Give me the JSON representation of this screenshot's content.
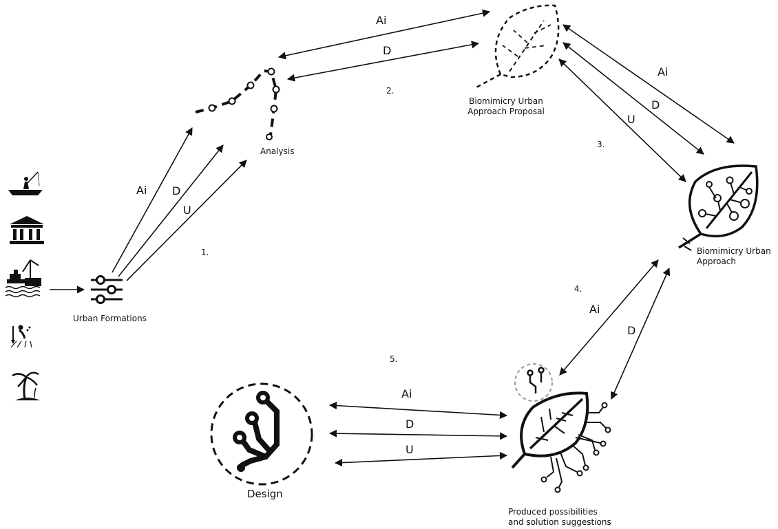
{
  "nodes": {
    "urban_formations": "Urban Formations",
    "analysis": "Analysis",
    "proposal_line1": "Biomimicry Urban",
    "proposal_line2": "Approach Proposal",
    "approach_line1": "Biomimicry Urban",
    "approach_line2": "Approach",
    "design": "Design",
    "produced_line1": "Produced possibilities",
    "produced_line2": "and solution suggestions"
  },
  "steps": [
    "1.",
    "2.",
    "3.",
    "4.",
    "5."
  ],
  "arrow_labels": {
    "ai": "Ai",
    "d": "D",
    "u": "U"
  },
  "icons": [
    "fishing-boat-icon",
    "museum-icon",
    "port-ship-icon",
    "farming-icon",
    "palm-island-icon"
  ]
}
